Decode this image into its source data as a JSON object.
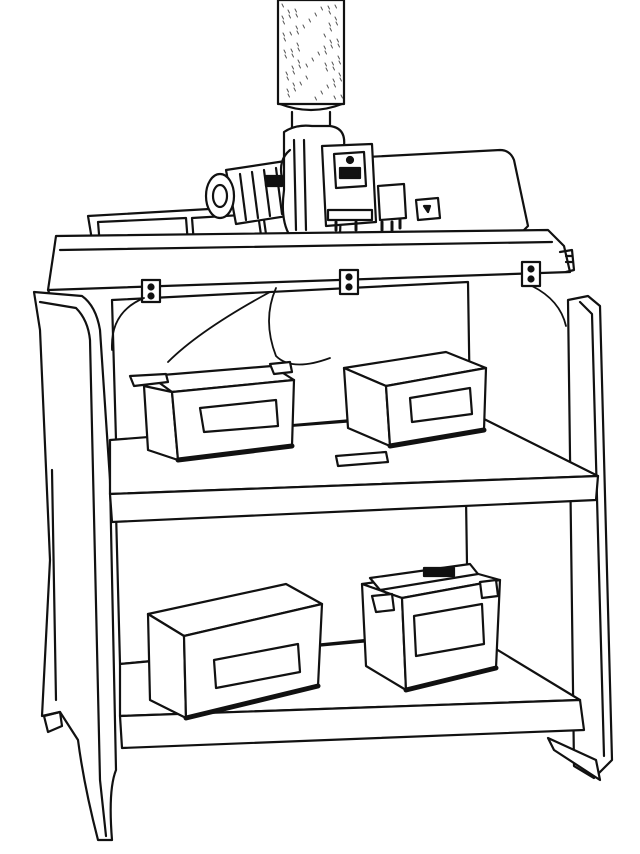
{
  "figure": {
    "kind": "line-art illustration",
    "palette": {
      "ink": "#111111",
      "paper": "#ffffff",
      "hatch": "#555555"
    },
    "components": [
      "exhaust-duct",
      "fan-motor",
      "control-box",
      "outlet-box",
      "hood-canopy",
      "cabinet-frame",
      "upper-shelf",
      "lower-shelf",
      "battery",
      "charging-cable",
      "hinge-clip"
    ],
    "batteries": {
      "upper_shelf": 2,
      "lower_shelf": 2
    }
  }
}
